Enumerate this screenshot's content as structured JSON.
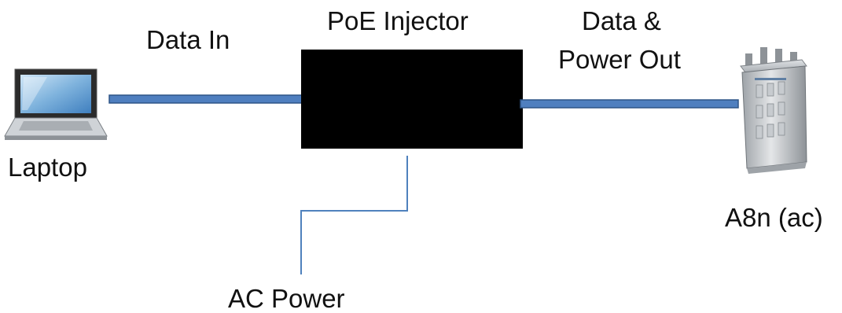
{
  "labels": {
    "data_in": "Data In",
    "injector": "PoE Injector",
    "data_power_line1": "Data &",
    "data_power_line2": "Power Out",
    "laptop": "Laptop",
    "access_point": "A8n (ac)",
    "ac_power": "AC Power"
  },
  "colors": {
    "cable_fill": "#4f7fbf",
    "cable_stroke": "#2e5587",
    "power_line": "#4f81bd",
    "injector": "#000000"
  },
  "icons": [
    "laptop-icon",
    "access-point-icon"
  ]
}
